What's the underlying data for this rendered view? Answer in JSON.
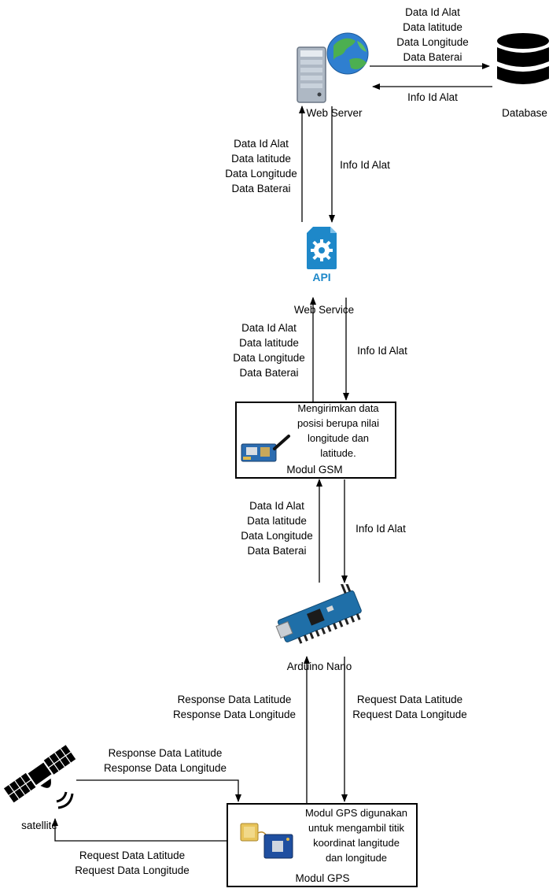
{
  "nodes": {
    "web_server": {
      "label": "Web Server"
    },
    "database": {
      "label": "Database"
    },
    "web_service": {
      "label": "Web Service",
      "icon_text": "API"
    },
    "gsm": {
      "label": "Modul GSM",
      "description": [
        "Mengirimkan data",
        "posisi berupa nilai",
        "longitude dan",
        "latitude."
      ]
    },
    "arduino": {
      "label": "Arduino Nano"
    },
    "gps": {
      "label": "Modul GPS",
      "description": [
        "Modul GPS digunakan",
        "untuk mengambil titik",
        "koordinat langitude",
        "dan longitude"
      ]
    },
    "satellite": {
      "label": "satellite"
    }
  },
  "edges": {
    "server_to_db": [
      "Data Id Alat",
      "Data latitude",
      "Data Longitude",
      "Data Baterai"
    ],
    "db_to_server": [
      "Info Id Alat"
    ],
    "service_to_server": [
      "Data Id Alat",
      "Data latitude",
      "Data Longitude",
      "Data Baterai"
    ],
    "server_to_service": [
      "Info Id Alat"
    ],
    "gsm_to_service": [
      "Data Id Alat",
      "Data latitude",
      "Data Longitude",
      "Data Baterai"
    ],
    "service_to_gsm": [
      "Info Id Alat"
    ],
    "arduino_to_gsm": [
      "Data Id Alat",
      "Data latitude",
      "Data Longitude",
      "Data Baterai"
    ],
    "gsm_to_arduino": [
      "Info Id Alat"
    ],
    "gps_to_arduino": [
      "Response Data Latitude",
      "Response Data Longitude"
    ],
    "arduino_to_gps": [
      "Request Data Latitude",
      "Request Data Longitude"
    ],
    "satellite_to_gps": [
      "Response Data Latitude",
      "Response Data Longitude"
    ],
    "gps_to_satellite": [
      "Request Data Latitude",
      "Request Data Longitude"
    ]
  },
  "colors": {
    "api_blue": "#1e88c9",
    "globe_blue": "#2f7fd0",
    "globe_green": "#4caf50",
    "server_grey": "#b8c1cc",
    "pcb_blue": "#1f6fa8"
  }
}
